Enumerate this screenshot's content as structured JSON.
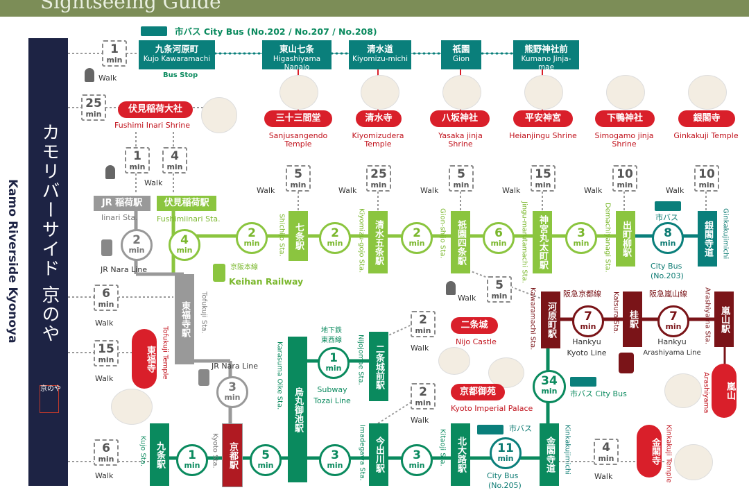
{
  "header": {
    "title": "Sightseeing Guide"
  },
  "sidebar": {
    "jp_title": "カモリバーサイド 京のや",
    "en_title": "Kamo Riverside Kyonoya",
    "logo_text": "京のや"
  },
  "bus_header": {
    "label": "市バス City Bus (No.202 / No.207 / No.208)",
    "bus_stop": "Bus Stop"
  },
  "bus_stops": [
    {
      "jp": "九条河原町",
      "en": "Kujo Kawaramachi"
    },
    {
      "jp": "東山七条",
      "en": "Higashiyama Nanajo"
    },
    {
      "jp": "清水道",
      "en": "Kiyomizu-michi"
    },
    {
      "jp": "祇園",
      "en": "Gion"
    },
    {
      "jp": "熊野神社前",
      "en": "Kumano Jinja-mae"
    }
  ],
  "walk_word": "Walk",
  "min_word": "min",
  "walk_times": {
    "kujo_bus": "1",
    "fushimi_inari": "25",
    "inari_jr": "1",
    "inari_keihan": "4",
    "shichijo": "5",
    "kiyomizu": "25",
    "gion": "5",
    "jingu": "15",
    "demachi": "10",
    "ginkaku": "10",
    "kawaramachi": "5",
    "tofukuji_top": "6",
    "tofukuji_temple": "15",
    "nijo": "2",
    "imperial": "2",
    "kujo_bottom": "6",
    "kinkaku": "4"
  },
  "sights": [
    {
      "jp": "三十三間堂",
      "en": "Sanjusangendo Temple"
    },
    {
      "jp": "清水寺",
      "en": "Kiyomizudera Temple"
    },
    {
      "jp": "八坂神社",
      "en": "Yasaka jinja Shrine"
    },
    {
      "jp": "平安神宮",
      "en": "Heianjingu Shrine"
    },
    {
      "jp": "下鴨神社",
      "en": "Simogamo jinja Shrine"
    },
    {
      "jp": "銀閣寺",
      "en": "Ginkakuji Temple"
    }
  ],
  "fushimi": {
    "jp": "伏見稲荷大社",
    "en": "Fushimi Inari Shrine"
  },
  "jr_inari": {
    "jp": "JR 稲荷駅",
    "en": "Iinari Sta."
  },
  "keihan_inari": {
    "jp": "伏見稲荷駅",
    "en": "Fushimiinari Sta."
  },
  "keihan": {
    "times": [
      "4",
      "2",
      "2",
      "2",
      "6",
      "3"
    ],
    "label_jp": "京阪本線",
    "label_en": "Keihan Railway"
  },
  "jr_nara": {
    "time_top": "2",
    "label": "JR Nara Line",
    "time_bottom": "3",
    "label_bottom": "JR Nara Line"
  },
  "keihan_stations": [
    {
      "jp": "七条駅",
      "en": "Shichijo Sta."
    },
    {
      "jp": "清水五条駅",
      "en": "Kiyomizu-gojo Sta."
    },
    {
      "jp": "祇園四条駅",
      "en": "Gion-shijo Sta."
    },
    {
      "jp": "神宮丸太町駅",
      "en": "Jingu-marutamachi Sta."
    },
    {
      "jp": "出町柳駅",
      "en": "Demachiyanagi Sta."
    }
  ],
  "ginkakuji_michi": {
    "jp": "銀閣寺道",
    "en": "Ginkakujimichi"
  },
  "city_bus_203": {
    "label": "市バス",
    "time": "8",
    "text": "City Bus",
    "no": "(No.203)"
  },
  "tofukuji": {
    "jp": "東福寺駅",
    "en": "Tofukuji Sta.",
    "temple_jp": "東福寺",
    "temple_en": "Tofukuji Temple"
  },
  "karasuma": {
    "jp": "烏丸御池駅",
    "en": "Karasuma Oike Sta."
  },
  "subway": {
    "header_jp": "地下鉄",
    "header_jp2": "東西線",
    "time": "1",
    "label": "Subway",
    "label2": "Tozai Line"
  },
  "nijojo": {
    "jp": "二条城前駅",
    "en": "Nijojomae Sta.",
    "castle_jp": "二条城",
    "castle_en": "Nijo Castle"
  },
  "imperial": {
    "jp": "京都御苑",
    "en": "Kyoto Imperial Palace"
  },
  "hankyu": {
    "line_jp": "阪急京都線",
    "time": "7",
    "label": "Hankyu",
    "label2": "Kyoto Line",
    "station_jp": "河原町駅",
    "station_en": "Kawaramachi Sta."
  },
  "katsura": {
    "jp": "桂駅",
    "en": "Katsura Sta."
  },
  "arashiyama_line": {
    "line_jp": "阪急嵐山線",
    "time": "7",
    "label": "Hankyu",
    "label2": "Arashiyama Line",
    "station_jp": "嵐山駅",
    "station_en": "Arashiyama Sta.",
    "sight_jp": "嵐山",
    "sight_en": "Arashiyama"
  },
  "city_bus_34": {
    "time": "34",
    "label": "市バス City Bus"
  },
  "bottom": {
    "kujo": {
      "jp": "九条駅",
      "en": "Kujo Sta."
    },
    "kyoto": {
      "jp": "京都駅",
      "en": "Kyoto Sta."
    },
    "imadegawa": {
      "jp": "今出川駅",
      "en": "Imadegawa Sta."
    },
    "kitaoji": {
      "jp": "北大路駅",
      "en": "Kitaoji Sta."
    },
    "kinkakuji_michi": {
      "jp": "金閣寺道",
      "en": "Kinkakujimichi"
    },
    "times": [
      "1",
      "5",
      "3",
      "3"
    ],
    "bus_time": "11",
    "bus_label": "市バス",
    "bus_text": "City Bus",
    "bus_no": "(No.205)",
    "kinkaku_jp": "金閣寺",
    "kinkaku_en": "Kinkakuji Temple"
  }
}
